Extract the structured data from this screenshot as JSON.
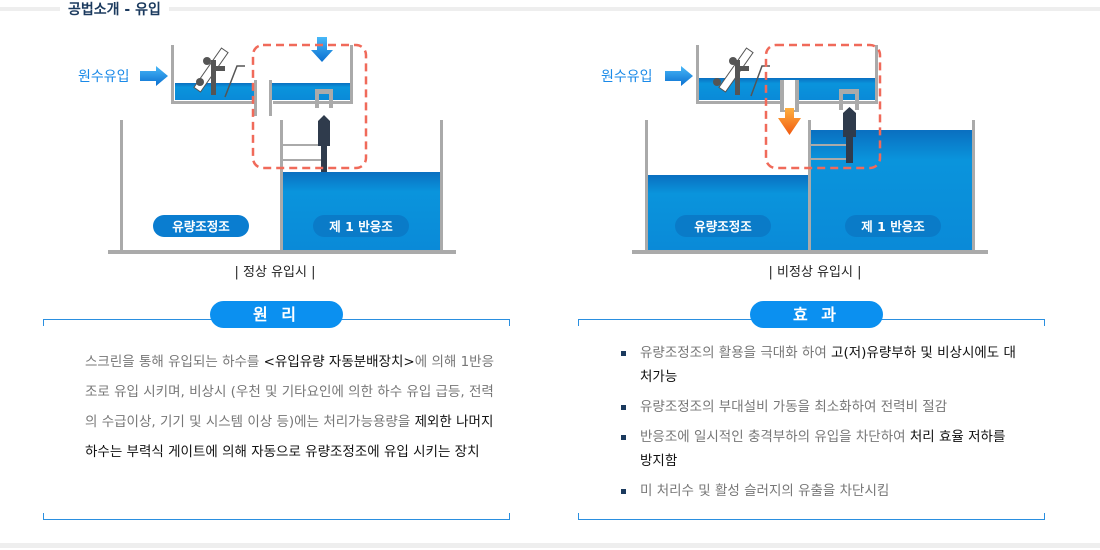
{
  "header": {
    "title": "공법소개 - 유입"
  },
  "diagrams": [
    {
      "inflow_label": "원수유입",
      "tank_left": "유량조정조",
      "tank_right": "제 1 반응조",
      "caption": "| 정상 유입시 |"
    },
    {
      "inflow_label": "원수유입",
      "tank_left": "유량조정조",
      "tank_right": "제 1 반응조",
      "caption": "| 비정상 유입시 |"
    }
  ],
  "principle": {
    "title": "원 리",
    "segments": [
      {
        "text": "스크린을 통해 유입되는 하수를 ",
        "bold": false
      },
      {
        "text": "<유입유량 자동분배장치>",
        "bold": true
      },
      {
        "text": "에 의해 1반응조로 유입 시키며, 비상시 (우천 및 기타요인에 의한 하수 유입 급등, 전력의 수급이상, 기기 및 시스템 이상 등)에는 처리가능용량을 ",
        "bold": false
      },
      {
        "text": "제외한 나머지 하수는 부력식 게이트에 의해 자동으로 유량조정조에 유입 시키는 장치",
        "bold": true
      }
    ]
  },
  "effect": {
    "title": "효 과",
    "items": [
      {
        "normal": "유량조정조의 활용을 극대화 하여 ",
        "bold": "고(저)유량부하 및 비상시에도 대처가능"
      },
      {
        "normal": "유량조정조의 부대설비 가동을 최소화하여 전력비 절감",
        "bold": ""
      },
      {
        "normal": "반응조에 일시적인 충격부하의 유입을 차단하여 ",
        "bold": "처리 효율 저하를 방지함"
      },
      {
        "normal": "미 처리수 및 활성 슬러지의 유출을 차단시킴",
        "bold": ""
      }
    ]
  },
  "colors": {
    "accent": "#0b90f0",
    "water": "#0a8ad8",
    "highlight": "#f06a5a",
    "title": "#1b3a5e"
  }
}
